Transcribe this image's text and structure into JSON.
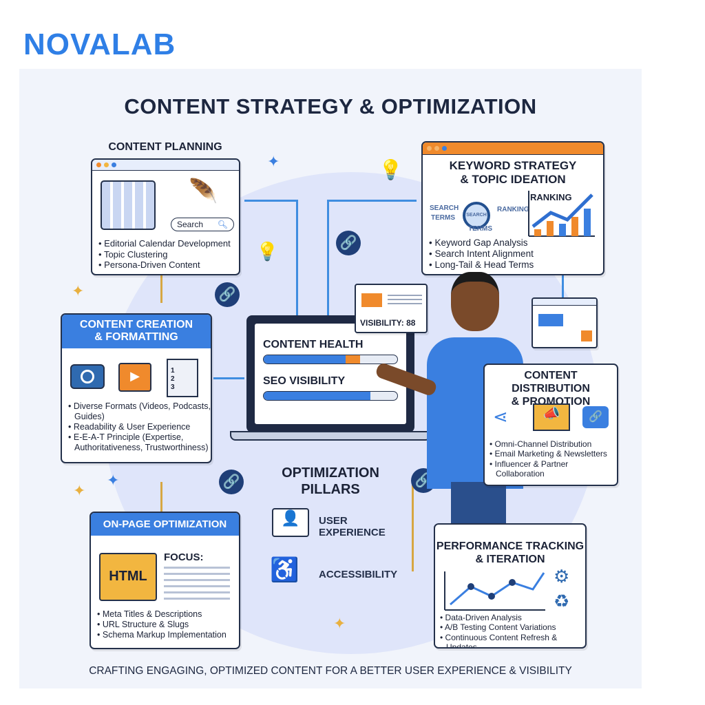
{
  "brand": {
    "logo": "NOVALAB",
    "color": "#2f7fe6"
  },
  "title": "CONTENT STRATEGY & OPTIMIZATION",
  "planning": {
    "heading": "CONTENT PLANNING",
    "search_placeholder": "Search",
    "items": [
      "Editorial Calendar Development",
      "Topic Clustering",
      "Persona-Driven Content"
    ]
  },
  "keyword": {
    "heading_1": "KEYWORD STRATEGY",
    "heading_2": "& TOPIC IDEATION",
    "cloud": [
      "SEARCH",
      "TERMS",
      "SEARCH",
      "RANKING",
      "TERMS"
    ],
    "chart_label": "RANKING",
    "items": [
      "Keyword Gap Analysis",
      "Search Intent Alignment",
      "Long-Tail & Head Terms"
    ]
  },
  "creation": {
    "heading_1": "CONTENT CREATION",
    "heading_2": "& FORMATTING",
    "doc_numbers": [
      "1",
      "2",
      "3"
    ],
    "items": [
      "Diverse Formats (Videos, Podcasts, Guides)",
      "Readability & User Experience",
      "E-E-A-T Principle (Expertise, Authoritativeness, Trustworthiness)"
    ]
  },
  "laptop": {
    "health_label": "CONTENT HEALTH",
    "health_value": 0.72,
    "seo_label": "SEO VISIBILITY",
    "seo_value": 0.8,
    "visibility": "VISIBILITY: 88"
  },
  "distribution": {
    "heading_1": "CONTENT DISTRIBUTION",
    "heading_2": "& PROMOTION",
    "items": [
      "Omni-Channel Distribution",
      "Email Marketing & Newsletters",
      "Influencer & Partner Collaboration"
    ]
  },
  "pillars": {
    "heading_1": "OPTIMIZATION",
    "heading_2": "PILLARS",
    "ux": "USER EXPERIENCE",
    "a11y": "ACCESSIBILITY"
  },
  "onpage": {
    "heading": "ON-PAGE OPTIMIZATION",
    "html": "HTML",
    "focus": "FOCUS:",
    "items": [
      "Meta Titles & Descriptions",
      "URL Structure & Slugs",
      "Schema Markup Implementation"
    ]
  },
  "performance": {
    "heading_1": "PERFORMANCE TRACKING",
    "heading_2": "& ITERATION",
    "items": [
      "Data-Driven Analysis",
      "A/B Testing Content Variations",
      "Continuous Content Refresh & Updates"
    ]
  },
  "footer": "CRAFTING ENGAGING, OPTIMIZED CONTENT FOR A BETTER USER EXPERIENCE & VISIBILITY",
  "colors": {
    "blue": "#3a7fe0",
    "orange": "#f08a2c",
    "navy": "#1d2740",
    "gold": "#d7a742"
  }
}
